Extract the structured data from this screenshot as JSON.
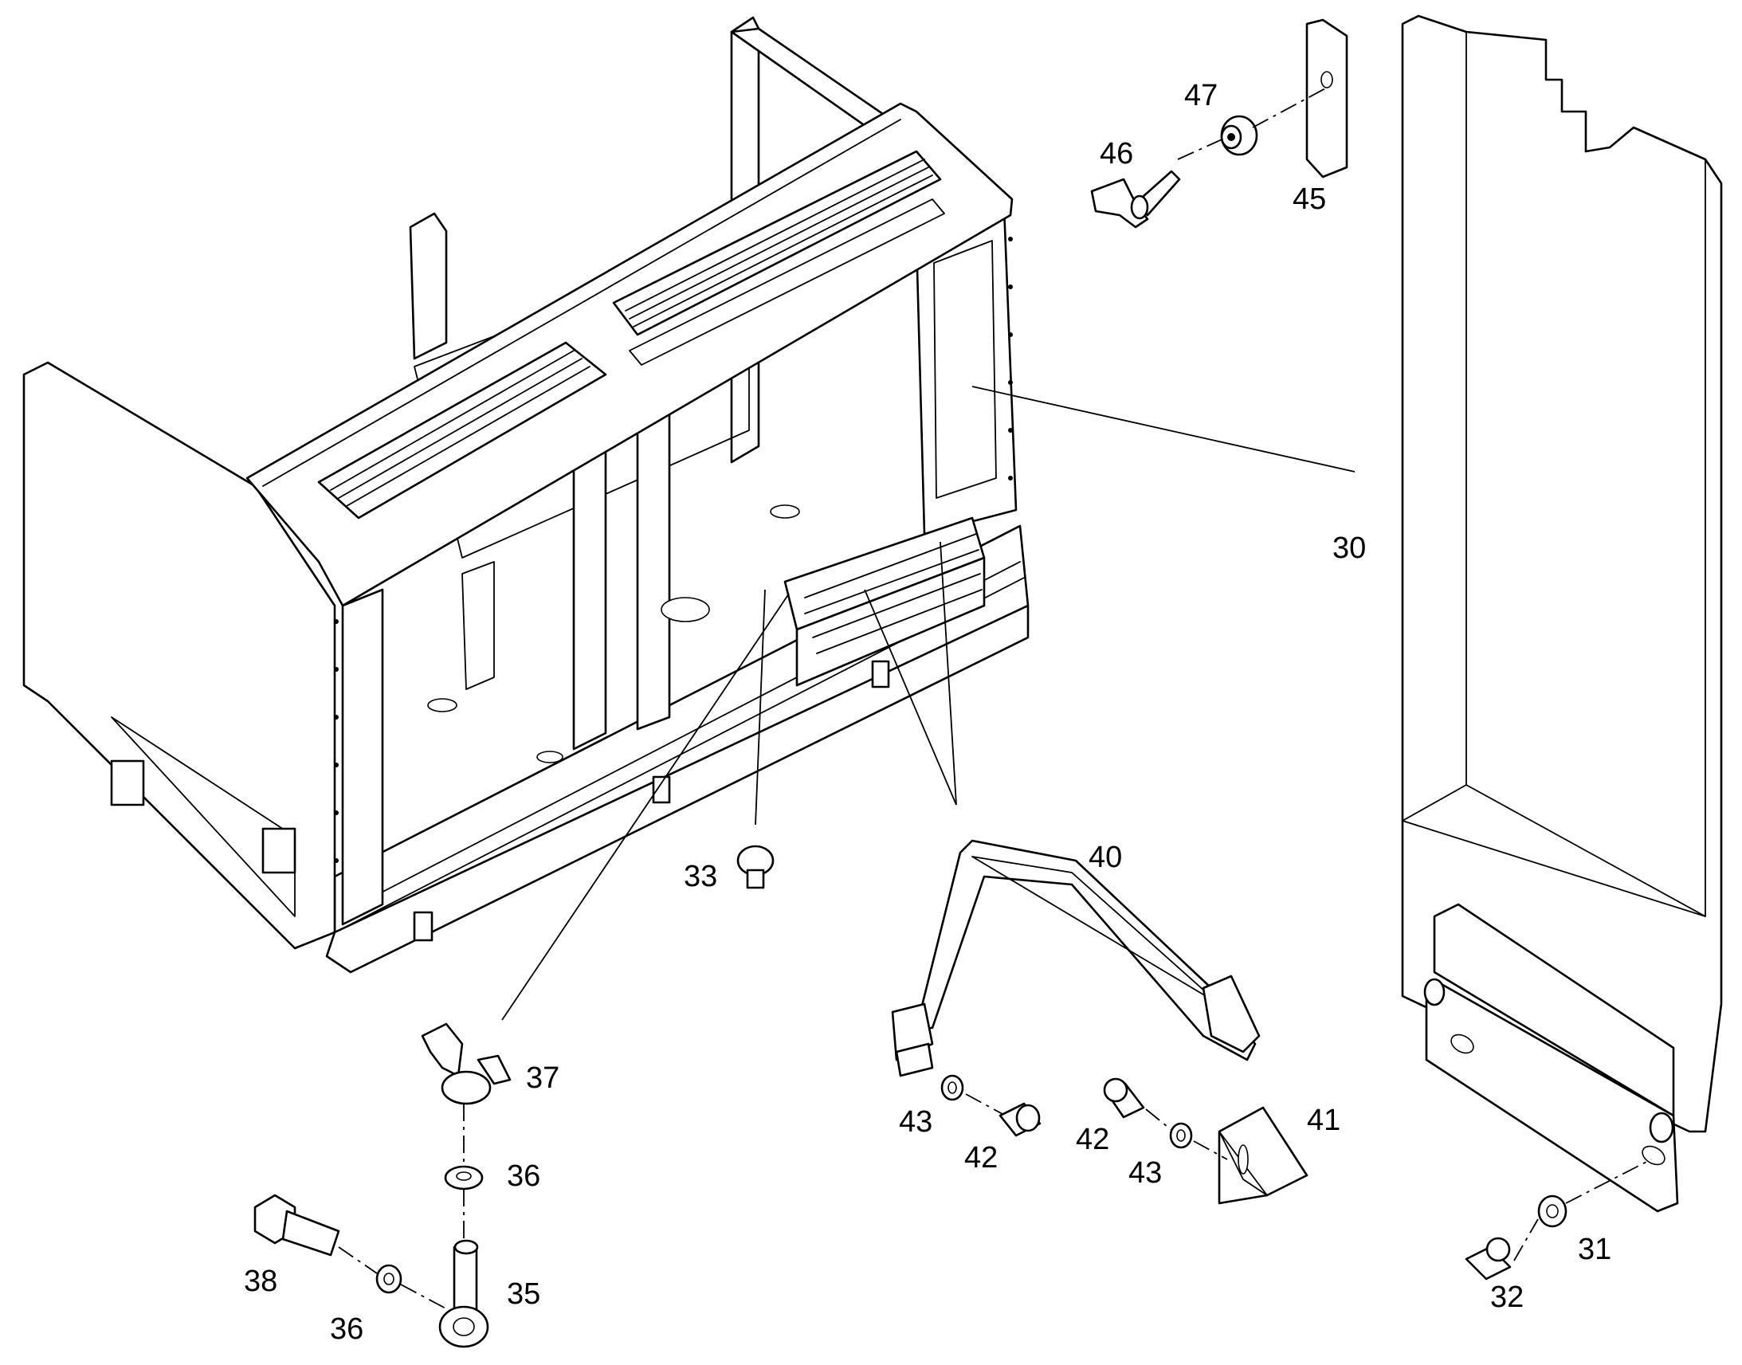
{
  "diagram": {
    "callouts": {
      "c30": "30",
      "c31": "31",
      "c32": "32",
      "c33": "33",
      "c35": "35",
      "c36a": "36",
      "c36b": "36",
      "c37": "37",
      "c38": "38",
      "c40": "40",
      "c41": "41",
      "c42a": "42",
      "c42b": "42",
      "c43a": "43",
      "c43b": "43",
      "c45": "45",
      "c46": "46",
      "c47": "47"
    },
    "colors": {
      "line": "#000000",
      "background": "#ffffff"
    }
  }
}
